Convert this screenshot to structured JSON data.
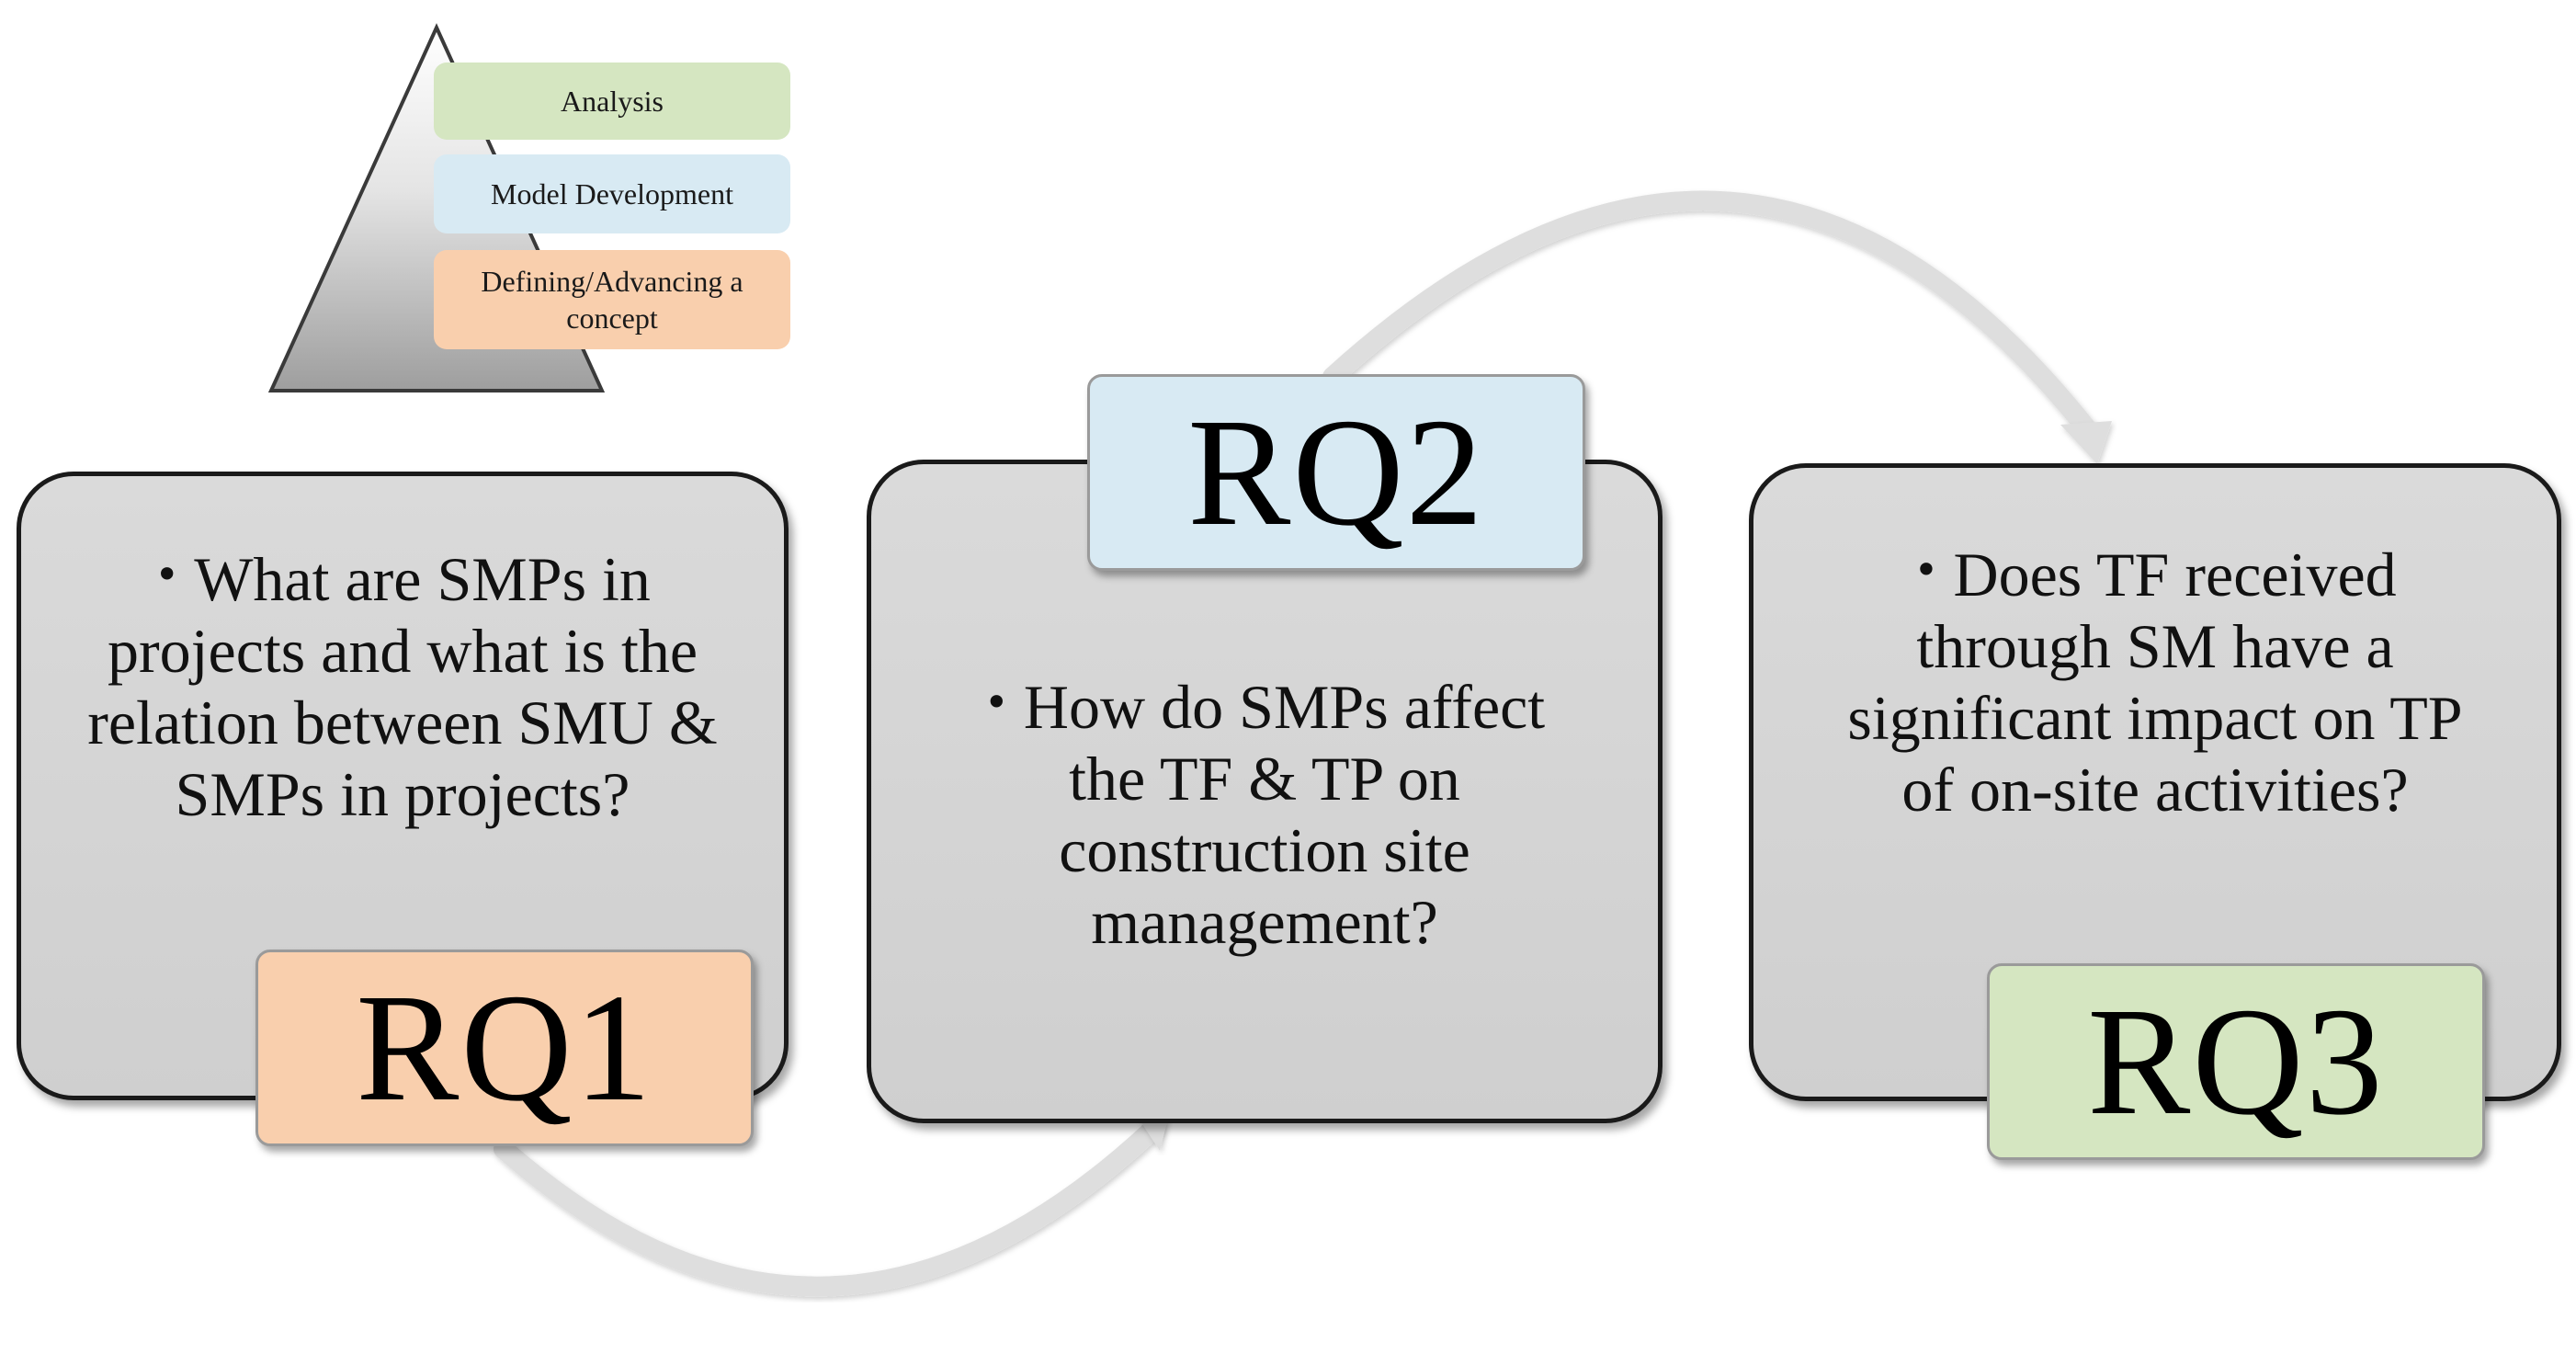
{
  "legend": {
    "items": [
      {
        "label": "Analysis",
        "color": "#d5e6c1"
      },
      {
        "label": "Model Development",
        "color": "#d8eaf3"
      },
      {
        "label": "Defining/Advancing a concept",
        "color": "#f9cfad"
      }
    ]
  },
  "questions": [
    {
      "id": "RQ1",
      "label": "RQ1",
      "label_color": "#f9cfad",
      "text": "What are SMPs in projects and what is the relation between SMU & SMPs in projects?"
    },
    {
      "id": "RQ2",
      "label": "RQ2",
      "label_color": "#d8eaf3",
      "text": "How do SMPs affect the TF & TP on construction site management?"
    },
    {
      "id": "RQ3",
      "label": "RQ3",
      "label_color": "#d5e6c1",
      "text": "Does TF received through SM have a significant impact on TP of on-site activities?"
    }
  ],
  "colors": {
    "box_fill": "#d4d4d4",
    "box_border": "#1a1a1a",
    "arrow": "#dcdcdc"
  },
  "bullet_symbol": "•"
}
